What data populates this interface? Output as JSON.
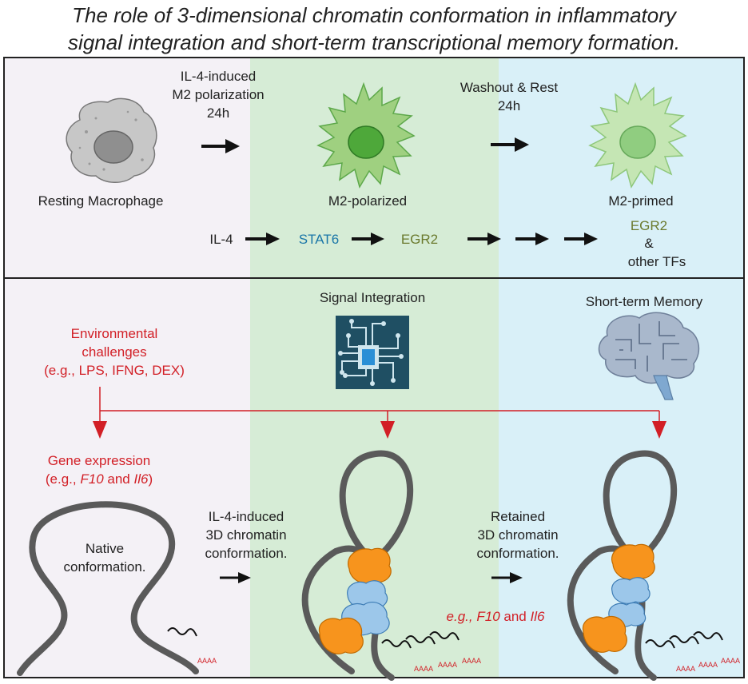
{
  "title": {
    "line1": "The role of 3-dimensional chromatin conformation in inflammatory",
    "line2": "signal integration and short-term transcriptional memory formation."
  },
  "colors": {
    "panel_left": "#f4f1f6",
    "panel_mid": "#d6ecd6",
    "panel_right": "#d9f0f8",
    "red_text": "#d21f26",
    "stat6_blue": "#1a76a8",
    "egr2_olive": "#6b7a2e",
    "chromatin_gray": "#5a5a5a",
    "protein_orange": "#f7941d",
    "protein_blue": "#9cc7ea"
  },
  "top_panel": {
    "step1_label": [
      "IL-4-induced",
      "M2 polarization",
      "24h"
    ],
    "step2_label": [
      "Washout & Rest",
      "24h"
    ],
    "cell_resting": "Resting Macrophage",
    "cell_polarized": "M2-polarized",
    "cell_primed": "M2-primed",
    "pathway": {
      "il4": "IL-4",
      "stat6": "STAT6",
      "egr2": "EGR2",
      "primed_egr2": "EGR2",
      "amp": "&",
      "other_tfs": "other TFs"
    }
  },
  "bottom_panel": {
    "signal_integration": "Signal Integration",
    "short_term_memory": "Short-term Memory",
    "env_challenges": [
      "Environmental",
      "challenges",
      "(e.g., LPS, IFNG, DEX)"
    ],
    "gene_expression": {
      "line1": "Gene expression",
      "prefix": "(e.g., ",
      "gene1": "F10",
      "middle": " and ",
      "gene2": "Il6",
      "suffix": ")"
    },
    "native": [
      "Native",
      "conformation."
    ],
    "il4_3d": [
      "IL-4-induced",
      "3D chromatin",
      "conformation."
    ],
    "retained_3d": [
      "Retained",
      "3D chromatin",
      "conformation."
    ],
    "eg_genes": {
      "prefix": "e.g., ",
      "gene1": "F10",
      "middle": " and ",
      "gene2": "Il6"
    },
    "polya": "AAAA"
  }
}
